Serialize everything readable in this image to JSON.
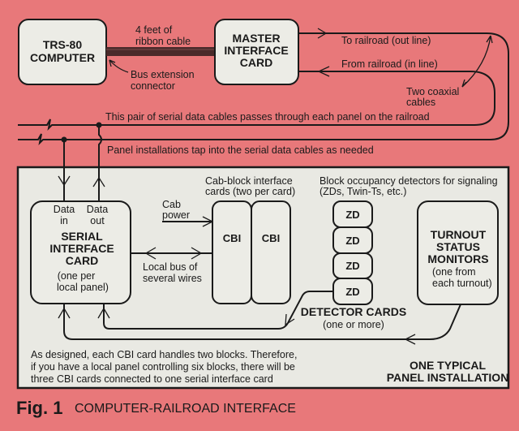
{
  "colors": {
    "background": "#e8787a",
    "panel": "#e9e9e3",
    "box": "#ecece6",
    "ink": "#1a1a1a",
    "ribbon": "#4a2a2a"
  },
  "top": {
    "computer": {
      "line1": "TRS-80",
      "line2": "COMPUTER"
    },
    "ribbon_label": {
      "line1": "4 feet of",
      "line2": "ribbon cable"
    },
    "bus_connector": {
      "line1": "Bus extension",
      "line2": "connector"
    },
    "master_card": {
      "line1": "MASTER",
      "line2": "INTERFACE",
      "line3": "CARD"
    },
    "out_line": "To railroad (out line)",
    "in_line": "From railroad (in line)",
    "coax": {
      "line1": "Two coaxial",
      "line2": "cables"
    },
    "serial_pair": "This pair of serial data cables passes through each panel on the railroad",
    "tap_note": "Panel installations tap into the serial data cables as needed"
  },
  "panel": {
    "serial_card": {
      "data_in": {
        "line1": "Data",
        "line2": "in"
      },
      "data_out": {
        "line1": "Data",
        "line2": "out"
      },
      "title1": "SERIAL",
      "title2": "INTERFACE",
      "title3": "CARD",
      "note1": "(one per",
      "note2": "local panel)"
    },
    "cab_power": {
      "line1": "Cab",
      "line2": "power"
    },
    "local_bus": {
      "line1": "Local bus of",
      "line2": "several wires"
    },
    "cbi_header": {
      "line1": "Cab-block interface",
      "line2": "cards (two per card)"
    },
    "cbi_cards": [
      "CBI",
      "CBI"
    ],
    "detector_header": {
      "line1": "Block occupancy detectors for signaling",
      "line2": "(ZDs, Twin-Ts, etc.)"
    },
    "zd_cards": [
      "ZD",
      "ZD",
      "ZD",
      "ZD"
    ],
    "detector_label": "DETECTOR CARDS",
    "detector_note": "(one or more)",
    "turnout": {
      "title1": "TURNOUT",
      "title2": "STATUS",
      "title3": "MONITORS",
      "note1": "(one from",
      "note2": "each turnout)"
    },
    "footnote": {
      "line1": "As designed, each CBI card handles two blocks. Therefore,",
      "line2": "if you have a local panel controlling six blocks, there will be",
      "line3": "three CBI cards connected to one serial interface card"
    },
    "installation": {
      "line1": "ONE TYPICAL",
      "line2": "PANEL INSTALLATION"
    }
  },
  "caption": {
    "fig": "Fig. 1",
    "title": "COMPUTER-RAILROAD INTERFACE"
  }
}
